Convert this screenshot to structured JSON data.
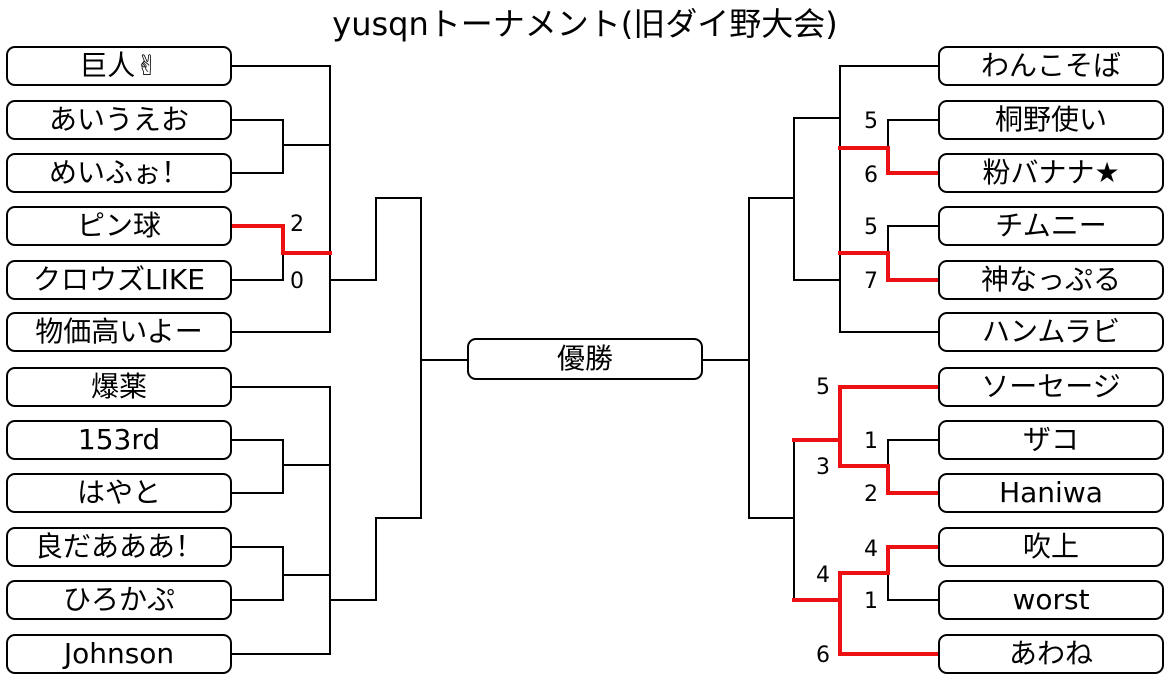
{
  "title": "yusqnトーナメント(旧ダイ野大会)",
  "champion_label": "優勝",
  "colors": {
    "line": "#000000",
    "winner_path": "#ee1111",
    "box_border": "#000000"
  },
  "left_bracket": {
    "teams": [
      "巨人✌",
      "あいうえお",
      "めいふぉ！",
      "ピン球",
      "クロウズLIKE",
      "物価高いよー",
      "爆薬",
      "153rd",
      "はやと",
      "良だあああ！",
      "ひろかぷ",
      "Johnson"
    ],
    "scores": {
      "ピン球_vs_クロウズLIKE": [
        "2",
        "0"
      ]
    }
  },
  "right_bracket": {
    "teams": [
      "わんこそば",
      "桐野使い",
      "粉バナナ★",
      "チムニー",
      "神なっぷる",
      "ハンムラビ",
      "ソーセージ",
      "ザコ",
      "Haniwa",
      "吹上",
      "worst",
      "あわね"
    ],
    "scores": {
      "桐野使い_vs_粉バナナ★": [
        "5",
        "6"
      ],
      "チムニー_vs_神なっぷる": [
        "5",
        "7"
      ],
      "ザコ_vs_Haniwa": [
        "1",
        "2"
      ],
      "ソーセージ_vs_ザコHaniwa": [
        "5",
        "3"
      ],
      "吹上_vs_worst": [
        "4",
        "1"
      ],
      "吹上worst_vs_あわね": [
        "4",
        "6"
      ]
    }
  }
}
